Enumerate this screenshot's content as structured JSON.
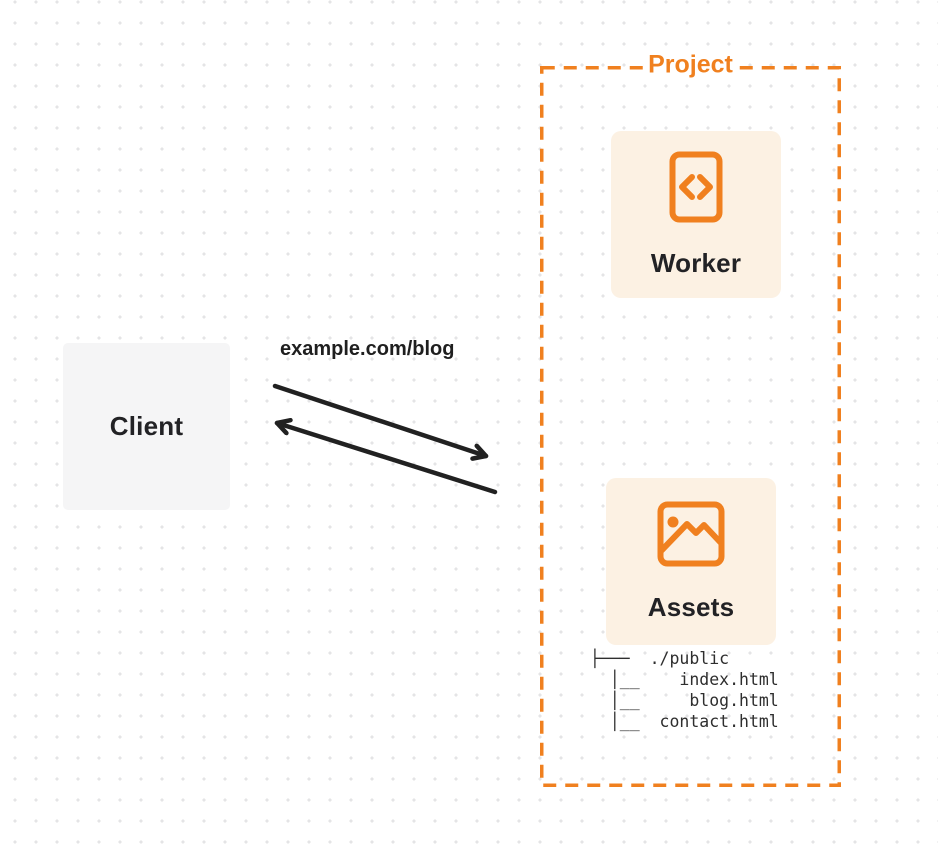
{
  "client": {
    "label": "Client"
  },
  "request": {
    "url_label": "example.com/blog"
  },
  "project": {
    "label": "Project",
    "worker": {
      "label": "Worker",
      "icon": "code-file-icon"
    },
    "assets": {
      "label": "Assets",
      "icon": "image-icon"
    },
    "file_tree": {
      "lines": [
        "├───  ./public",
        "  │__    index.html",
        "  │__     blog.html",
        "  │__  contact.html"
      ]
    }
  },
  "arrows": {
    "request_direction": "client-to-project",
    "response_direction": "project-to-client"
  },
  "colors": {
    "accent_orange": "#f0801f",
    "card_background": "#fcf1e3",
    "client_background": "#f5f5f6",
    "text_dark": "#222225",
    "arrow": "#212121",
    "grid_dot": "#e4e4e6",
    "background": "#ffffff"
  }
}
